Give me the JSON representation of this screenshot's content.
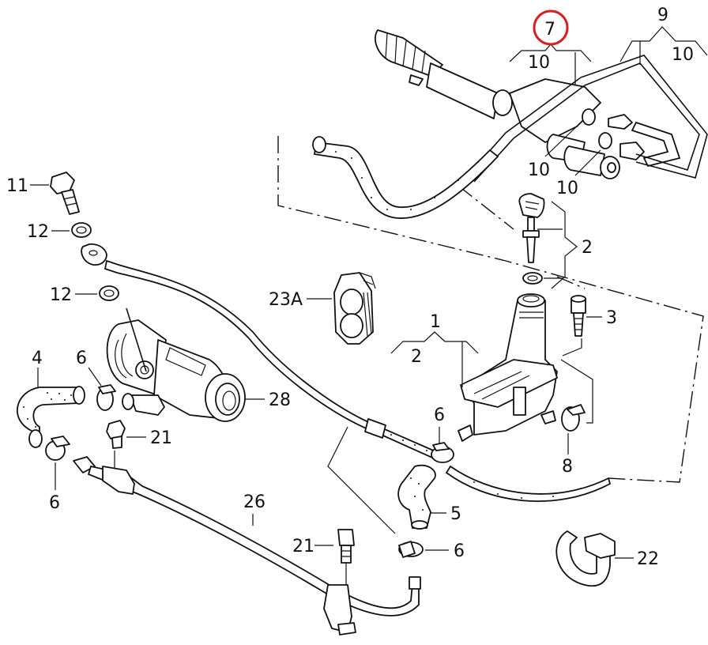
{
  "diagram": {
    "title": "Power steering hydraulic system exploded parts diagram",
    "highlight_color": "#d42020",
    "line_color": "#111111",
    "callouts": [
      {
        "id": "c7",
        "text": "7",
        "highlighted": true
      },
      {
        "id": "c7-10",
        "text": "10"
      },
      {
        "id": "c9",
        "text": "9"
      },
      {
        "id": "c9-10",
        "text": "10"
      },
      {
        "id": "c10a",
        "text": "10"
      },
      {
        "id": "c10b",
        "text": "10"
      },
      {
        "id": "c11",
        "text": "11"
      },
      {
        "id": "c12a",
        "text": "12"
      },
      {
        "id": "c12b",
        "text": "12"
      },
      {
        "id": "c2top",
        "text": "2"
      },
      {
        "id": "c23a",
        "text": "23A"
      },
      {
        "id": "c3",
        "text": "3"
      },
      {
        "id": "c1",
        "text": "1"
      },
      {
        "id": "c1-2",
        "text": "2"
      },
      {
        "id": "c4",
        "text": "4"
      },
      {
        "id": "c6a",
        "text": "6"
      },
      {
        "id": "c28",
        "text": "28"
      },
      {
        "id": "c21a",
        "text": "21"
      },
      {
        "id": "c6b",
        "text": "6"
      },
      {
        "id": "c6c",
        "text": "6"
      },
      {
        "id": "c8",
        "text": "8"
      },
      {
        "id": "c26",
        "text": "26"
      },
      {
        "id": "c5",
        "text": "5"
      },
      {
        "id": "c21b",
        "text": "21"
      },
      {
        "id": "c6d",
        "text": "6"
      },
      {
        "id": "c22",
        "text": "22"
      }
    ],
    "parts": [
      "steering-rack",
      "pressure-line",
      "return-line",
      "reservoir",
      "reservoir-cap-dipstick",
      "seal-ring",
      "socket-bolt",
      "hose-clamp",
      "banjo-bolt",
      "sealing-washer",
      "power-steering-pump",
      "return-hose",
      "hose-elbow",
      "bracket-bolt",
      "line-clip",
      "retaining-strap"
    ]
  }
}
